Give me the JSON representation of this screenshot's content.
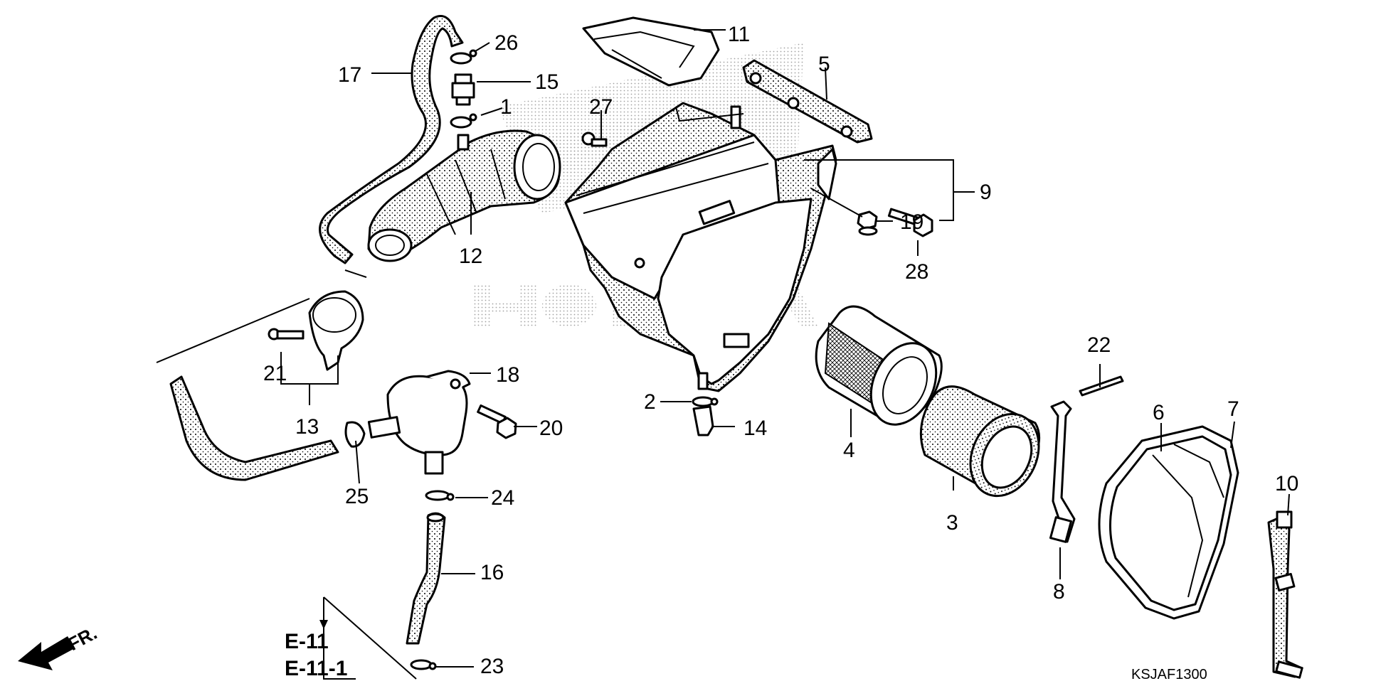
{
  "diagram": {
    "code": "KSJAF1300",
    "direction_label": "FR.",
    "references": [
      "E-11",
      "E-11-1"
    ],
    "callouts": [
      "1",
      "2",
      "3",
      "4",
      "5",
      "6",
      "7",
      "8",
      "9",
      "10",
      "11",
      "12",
      "13",
      "14",
      "15",
      "16",
      "17",
      "18",
      "19",
      "20",
      "21",
      "22",
      "23",
      "24",
      "25",
      "26",
      "27",
      "28"
    ]
  }
}
